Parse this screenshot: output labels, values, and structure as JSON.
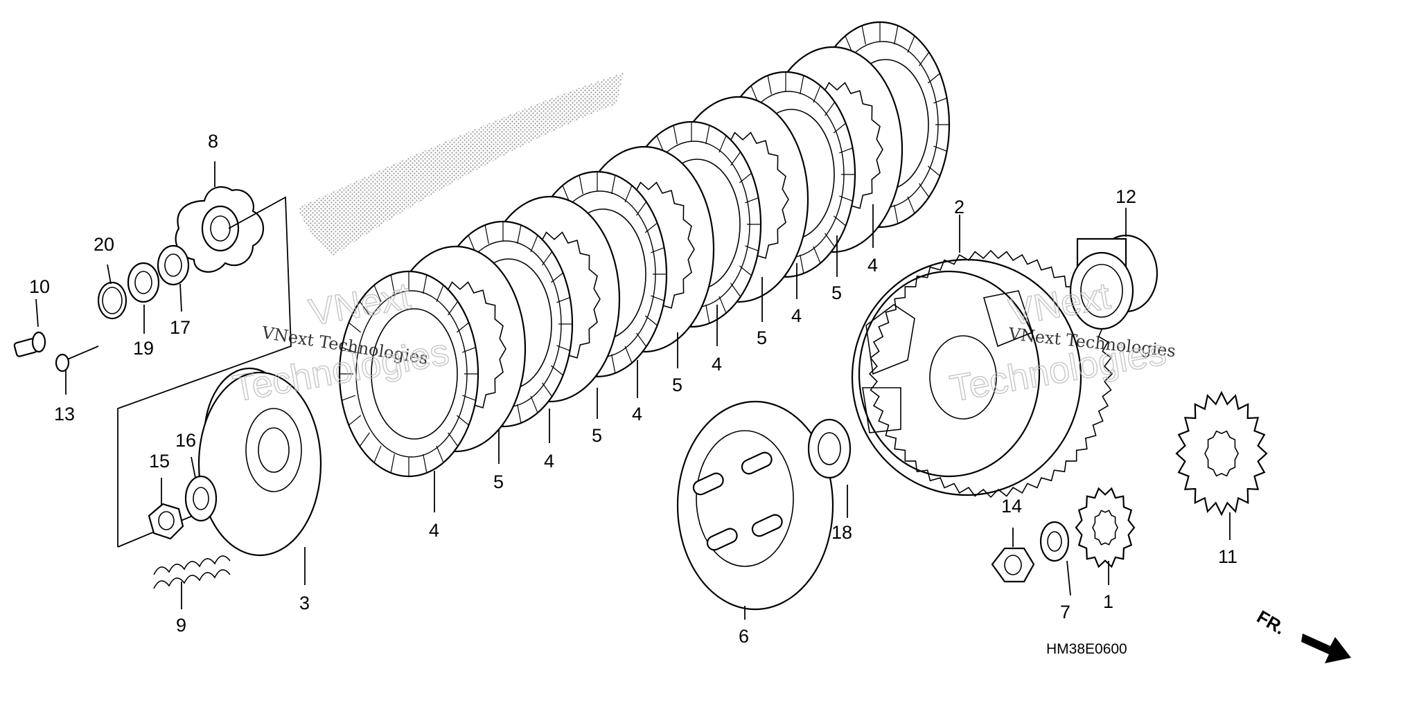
{
  "diagram_code": "HM38E0600",
  "direction_label": "FR.",
  "watermark": {
    "small": "VNext Technologies",
    "large_line1": "VNext",
    "large_line2": "Technologies"
  },
  "callouts": [
    {
      "id": "c1",
      "label": "1"
    },
    {
      "id": "c2",
      "label": "2"
    },
    {
      "id": "c3",
      "label": "3"
    },
    {
      "id": "c4a",
      "label": "4"
    },
    {
      "id": "c4b",
      "label": "4"
    },
    {
      "id": "c4c",
      "label": "4"
    },
    {
      "id": "c4d",
      "label": "4"
    },
    {
      "id": "c4e",
      "label": "4"
    },
    {
      "id": "c4f",
      "label": "4"
    },
    {
      "id": "c5a",
      "label": "5"
    },
    {
      "id": "c5b",
      "label": "5"
    },
    {
      "id": "c5c",
      "label": "5"
    },
    {
      "id": "c5d",
      "label": "5"
    },
    {
      "id": "c5e",
      "label": "5"
    },
    {
      "id": "c6",
      "label": "6"
    },
    {
      "id": "c7",
      "label": "7"
    },
    {
      "id": "c8",
      "label": "8"
    },
    {
      "id": "c9",
      "label": "9"
    },
    {
      "id": "c10",
      "label": "10"
    },
    {
      "id": "c11",
      "label": "11"
    },
    {
      "id": "c12",
      "label": "12"
    },
    {
      "id": "c13",
      "label": "13"
    },
    {
      "id": "c14",
      "label": "14"
    },
    {
      "id": "c15",
      "label": "15"
    },
    {
      "id": "c16",
      "label": "16"
    },
    {
      "id": "c17",
      "label": "17"
    },
    {
      "id": "c18",
      "label": "18"
    },
    {
      "id": "c19",
      "label": "19"
    },
    {
      "id": "c20",
      "label": "20"
    }
  ]
}
